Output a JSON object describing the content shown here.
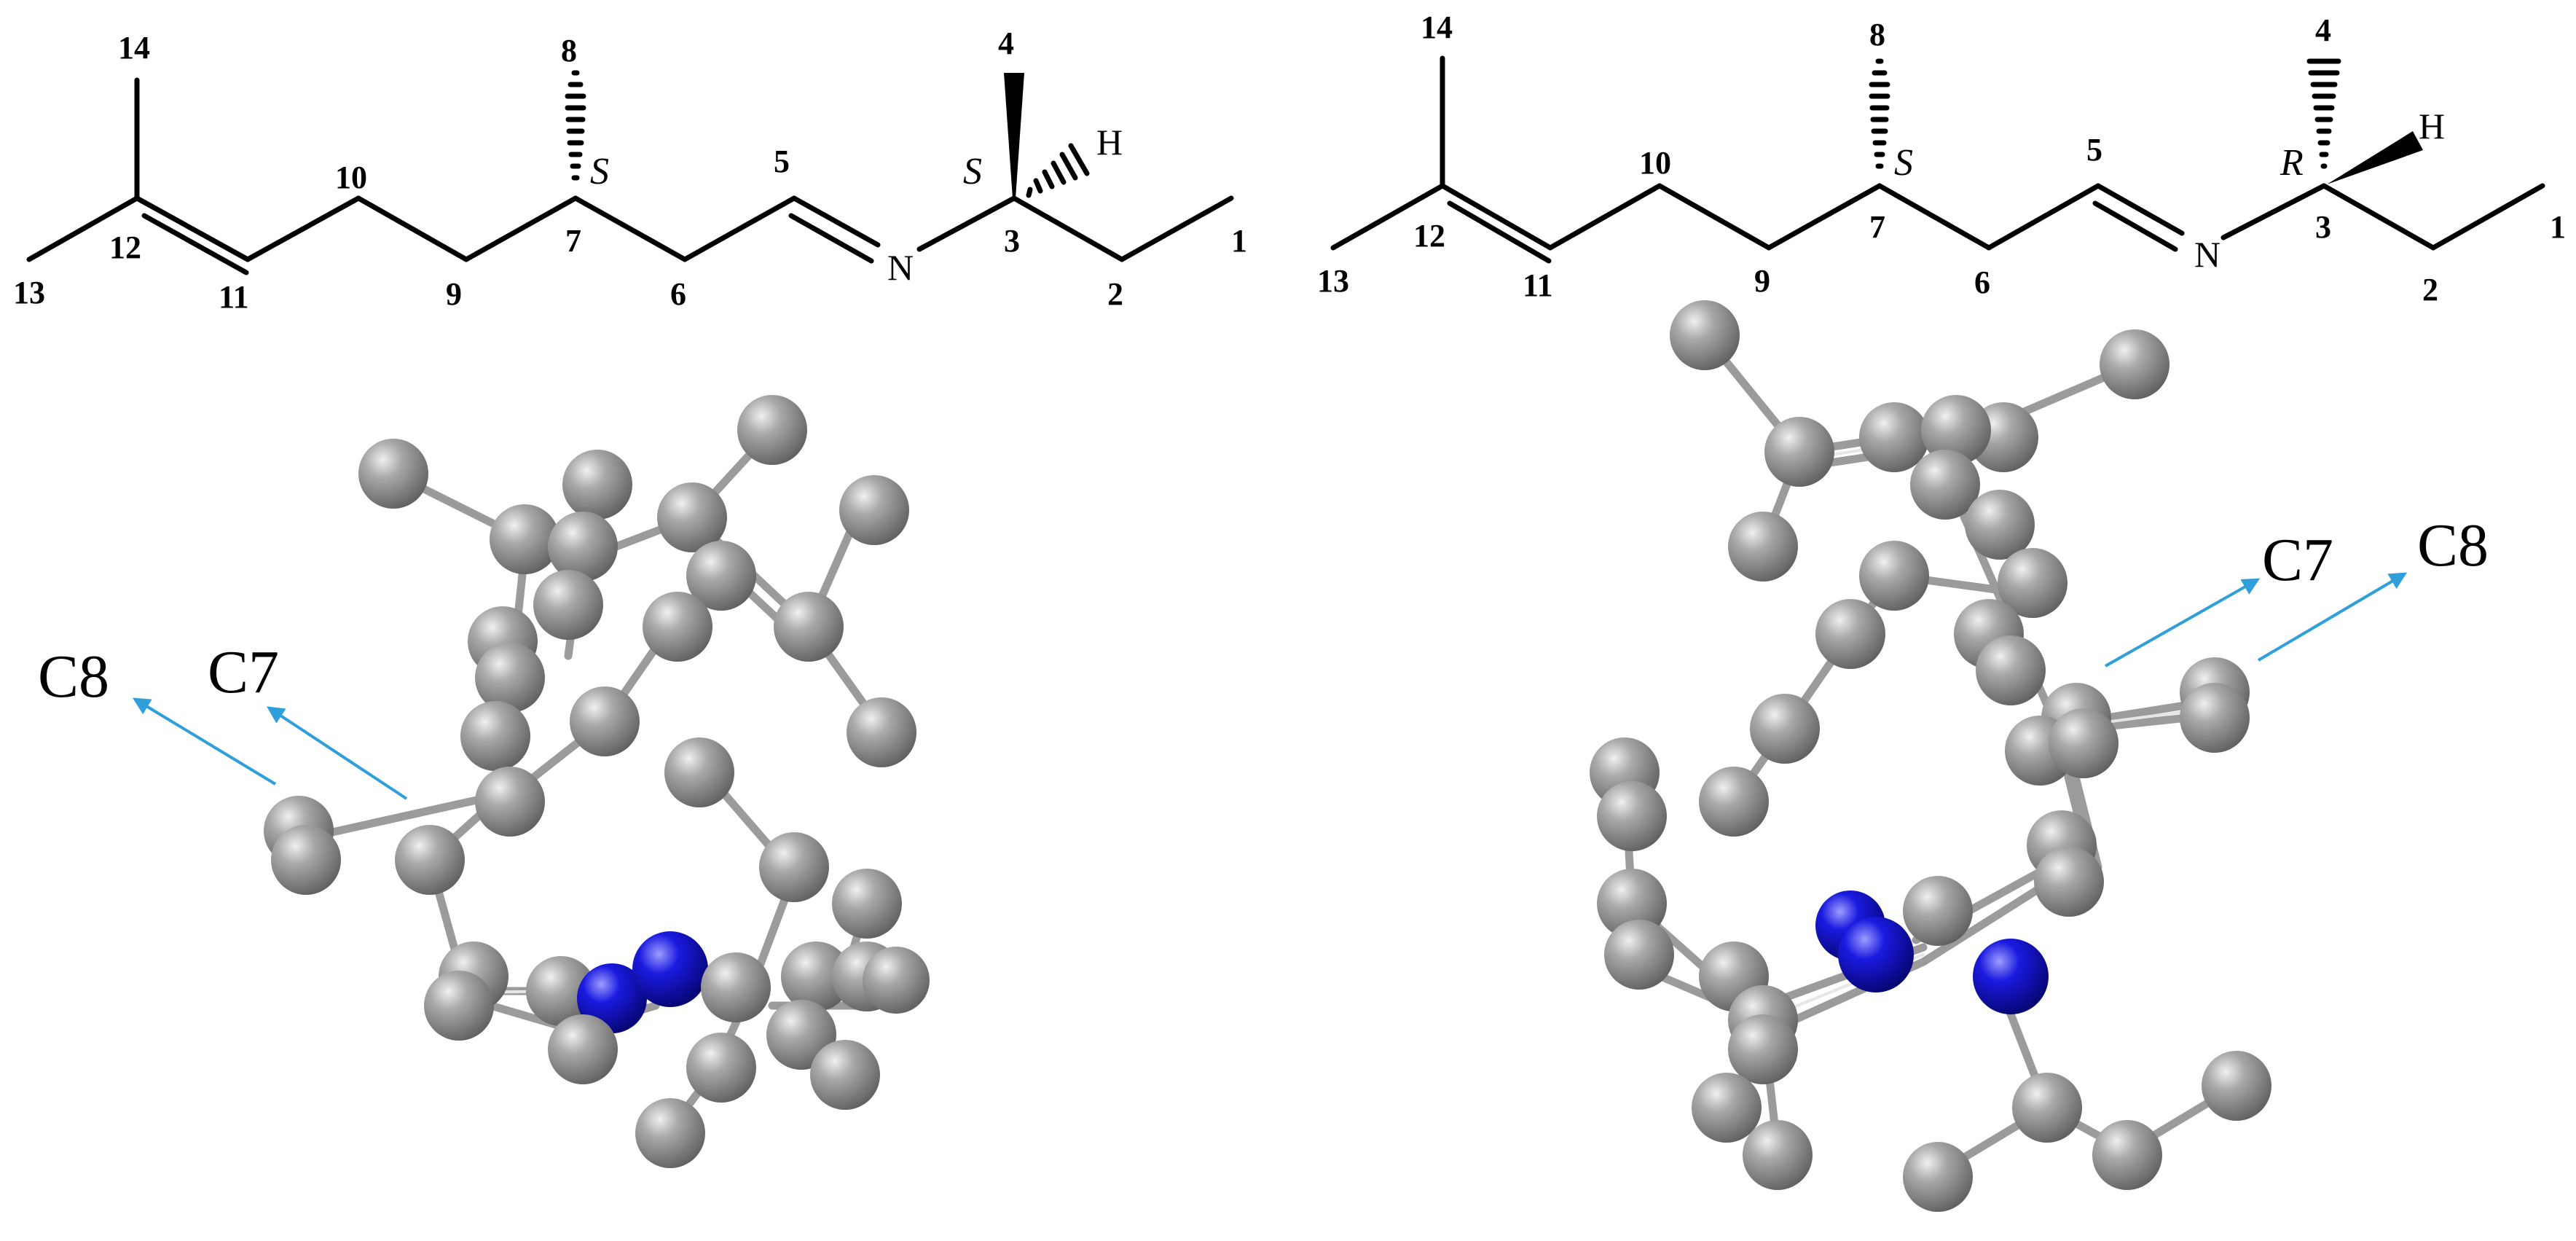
{
  "colors": {
    "carbon": "#8a8a8a",
    "nitrogen": "#1515d8",
    "arrow": "#2f9fdc",
    "bond": "#000000"
  },
  "left": {
    "numbers": {
      "n1": "1",
      "n2": "2",
      "n3": "3",
      "n4": "4",
      "n5": "5",
      "n6": "6",
      "n7": "7",
      "n8": "8",
      "n9": "9",
      "n10": "10",
      "n11": "11",
      "n12": "12",
      "n13": "13",
      "n14": "14"
    },
    "atom_N": "N",
    "atom_H": "H",
    "stereo_C7": "S",
    "stereo_C3": "S",
    "callout_C8": "C8",
    "callout_C7": "C7"
  },
  "right": {
    "numbers": {
      "n1": "1",
      "n2": "2",
      "n3": "3",
      "n4": "4",
      "n5": "5",
      "n6": "6",
      "n7": "7",
      "n8": "8",
      "n9": "9",
      "n10": "10",
      "n11": "11",
      "n12": "12",
      "n13": "13",
      "n14": "14"
    },
    "atom_N": "N",
    "atom_H": "H",
    "stereo_C7": "S",
    "stereo_C3": "R",
    "callout_C7": "C7",
    "callout_C8": "C8"
  }
}
